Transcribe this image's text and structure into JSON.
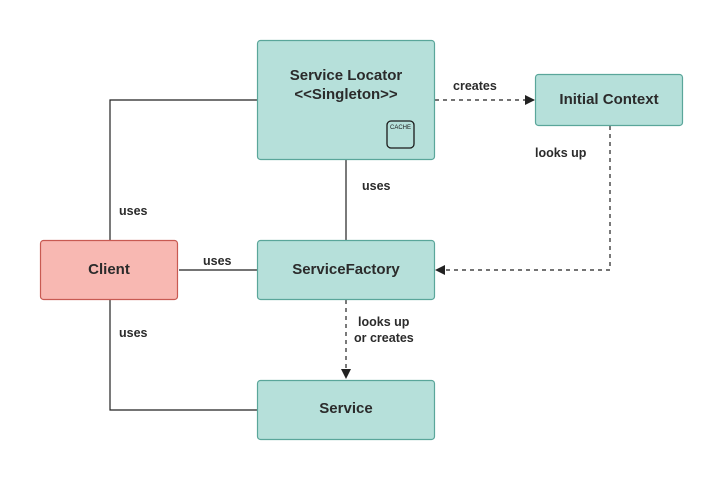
{
  "nodes": {
    "service_locator": {
      "line1": "Service Locator",
      "line2": "<<Singleton>>",
      "badge": "CACHE"
    },
    "initial_context": {
      "label": "Initial Context"
    },
    "client": {
      "label": "Client"
    },
    "service_factory": {
      "label": "ServiceFactory"
    },
    "service": {
      "label": "Service"
    }
  },
  "edges": {
    "locator_creates_context": "creates",
    "context_looks_up_factory": "looks up",
    "locator_uses_factory": "uses",
    "client_uses_locator": "uses",
    "client_uses_factory": "uses",
    "factory_looks_up_or_creates_service": [
      "looks up",
      "or creates"
    ],
    "client_uses_service": "uses"
  },
  "colors": {
    "service_node_fill": "#b6e0da",
    "service_node_border": "#5aa69a",
    "client_node_fill": "#f8b8b2",
    "client_node_border": "#c85a52",
    "connector": "#222222"
  }
}
